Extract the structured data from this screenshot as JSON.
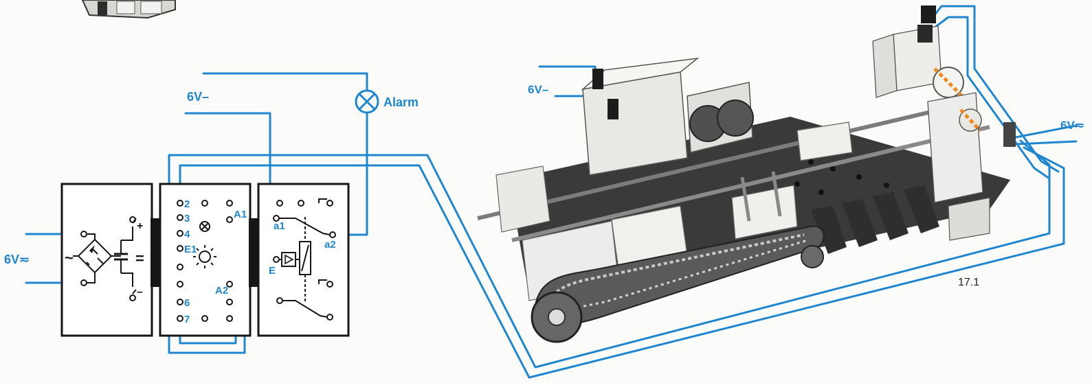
{
  "labels": {
    "supply_left": "6V≂",
    "supply_top": "6V–",
    "alarm": "Alarm",
    "model_supply_left": "6V–",
    "model_supply_right": "6V≂",
    "figure_number": "17.1"
  },
  "power_unit": {
    "plus_sign": "+",
    "minus_sign": "–",
    "ac_symbol": "~",
    "dc_symbol": "="
  },
  "control_module": {
    "terminals": [
      "2",
      "3",
      "4",
      "E1",
      "6",
      "7"
    ],
    "output_a1": "A1",
    "output_a2": "A2"
  },
  "relay_module": {
    "terminal_a1": "a1",
    "terminal_a2": "a2",
    "terminal_e": "E"
  },
  "colors": {
    "wire": "#1e86d0",
    "ink": "#161616",
    "photo_dark": "#3a3a3a",
    "photo_light": "#e8e8e4"
  }
}
